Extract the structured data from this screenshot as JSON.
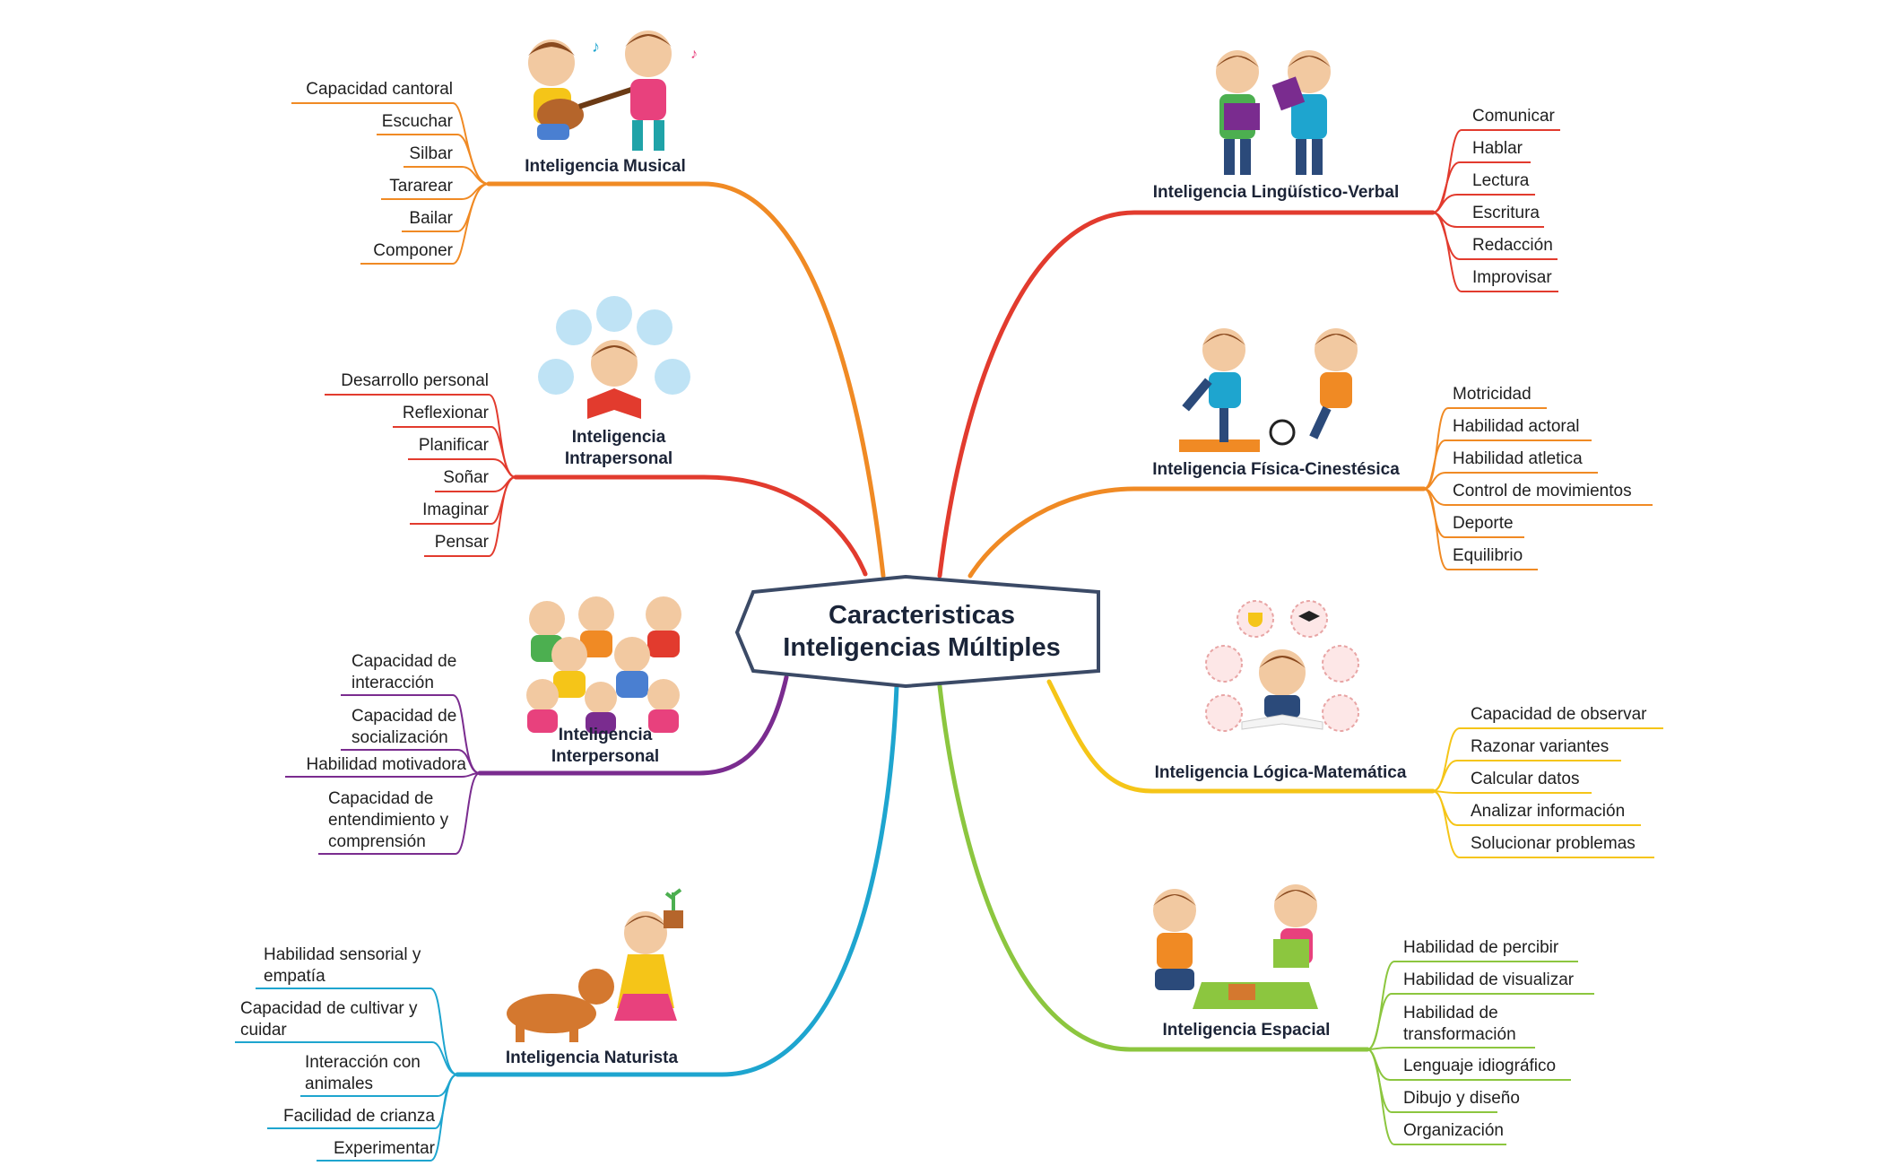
{
  "center": {
    "title_line1": "Caracteristicas",
    "title_line2": "Inteligencias Múltiples"
  },
  "branches": {
    "musical": {
      "title": "Inteligencia Musical",
      "color": "#f08a24",
      "items": [
        "Capacidad cantoral",
        "Escuchar",
        "Silbar",
        "Tararear",
        "Bailar",
        "Componer"
      ]
    },
    "intrapersonal": {
      "title_line1": "Inteligencia",
      "title_line2": "Intrapersonal",
      "color": "#e23b2e",
      "items": [
        "Desarrollo personal",
        "Reflexionar",
        "Planificar",
        "Soñar",
        "Imaginar",
        "Pensar"
      ]
    },
    "interpersonal": {
      "title_line1": "Inteligencia",
      "title_line2": "Interpersonal",
      "color": "#7a2c8f",
      "items": [
        "Capacidad de interacción",
        "Capacidad de socialización",
        "Habilidad motivadora",
        "Capacidad de entendimiento y comprensión"
      ]
    },
    "naturista": {
      "title": "Inteligencia Naturista",
      "color": "#1ea5cf",
      "items": [
        "Habilidad sensorial y empatía",
        "Capacidad de cultivar y cuidar",
        "Interacción con animales",
        "Facilidad de crianza",
        "Experimentar"
      ]
    },
    "linguistico": {
      "title": "Inteligencia Lingüístico-Verbal",
      "color": "#e23b2e",
      "items": [
        "Comunicar",
        "Hablar",
        "Lectura",
        "Escritura",
        "Redacción",
        "Improvisar"
      ]
    },
    "fisica": {
      "title": "Inteligencia Física-Cinestésica",
      "color": "#f08a24",
      "items": [
        "Motricidad",
        "Habilidad actoral",
        "Habilidad atletica",
        "Control de movimientos",
        "Deporte",
        "Equilibrio"
      ]
    },
    "logica": {
      "title": "Inteligencia Lógica-Matemática",
      "color": "#f5c518",
      "items": [
        "Capacidad de observar",
        "Razonar variantes",
        "Calcular datos",
        "Analizar información",
        "Solucionar problemas"
      ]
    },
    "espacial": {
      "title": "Inteligencia Espacial",
      "color": "#8cc63f",
      "items": [
        "Habilidad de percibir",
        "Habilidad de visualizar",
        "Habilidad de transformación",
        "Lenguaje idiográfico",
        "Dibujo y diseño",
        "Organización"
      ]
    }
  },
  "colors": {
    "center_border": "#3b4a66",
    "text": "#1f1f1f"
  },
  "illustrations": [
    "kids-music-illustration",
    "kid-reading-circle-illustration",
    "group-of-kids-illustration",
    "girl-with-dog-and-plant-illustration",
    "kids-with-books-illustration",
    "kids-exercise-illustration",
    "girl-science-icons-illustration",
    "kids-puzzle-illustration"
  ]
}
